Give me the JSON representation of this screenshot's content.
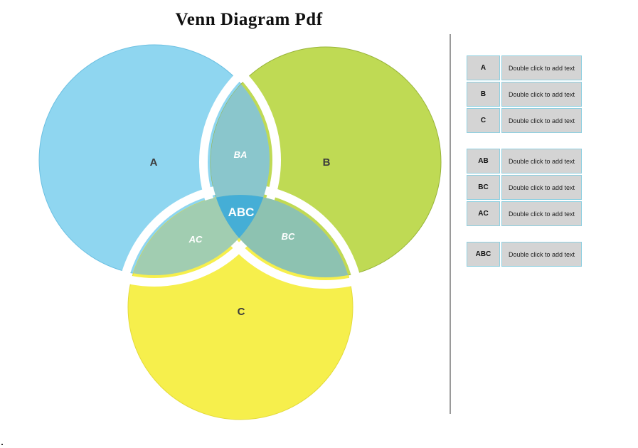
{
  "title": "Venn Diagram Pdf",
  "diagram": {
    "sets": [
      {
        "id": "A",
        "label": "A",
        "color": "#8fd6f0"
      },
      {
        "id": "B",
        "label": "B",
        "color": "#bfda54"
      },
      {
        "id": "C",
        "label": "C",
        "color": "#f6ef4c"
      }
    ],
    "intersections": [
      {
        "id": "BA",
        "label": "BA",
        "color": "#8ac6cc"
      },
      {
        "id": "AC",
        "label": "AC",
        "color": "#a1cdb1"
      },
      {
        "id": "BC",
        "label": "BC",
        "color": "#8dc2b1"
      },
      {
        "id": "ABC",
        "label": "ABC",
        "color": "#45aed6"
      }
    ]
  },
  "legend": {
    "groups": [
      [
        {
          "key": "A",
          "text": "Double click to add text"
        },
        {
          "key": "B",
          "text": "Double click to add text"
        },
        {
          "key": "C",
          "text": "Double click to add text"
        }
      ],
      [
        {
          "key": "AB",
          "text": "Double click to add text"
        },
        {
          "key": "BC",
          "text": "Double click to add text"
        },
        {
          "key": "AC",
          "text": "Double click to add text"
        }
      ],
      [
        {
          "key": "ABC",
          "text": "Double click to add text"
        }
      ]
    ]
  }
}
